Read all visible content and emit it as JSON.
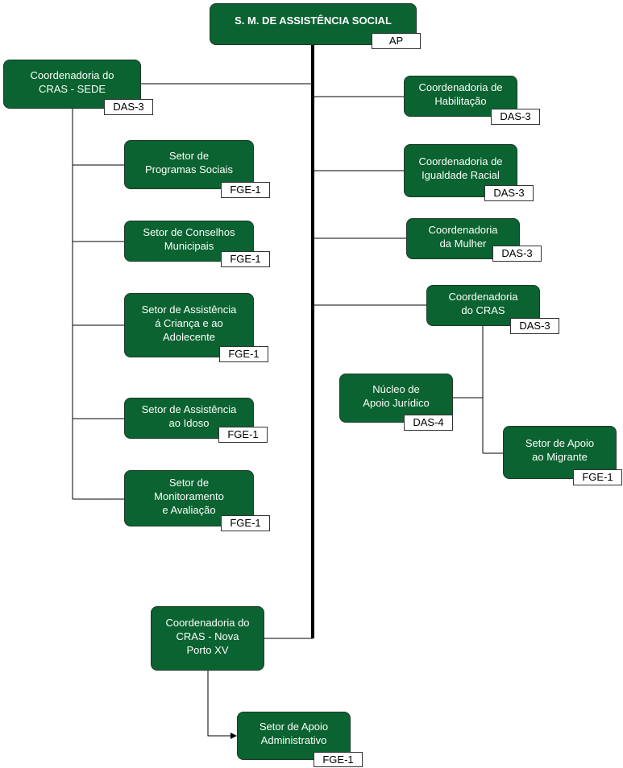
{
  "root": {
    "title": "S. M. DE ASSISTÊNCIA SOCIAL",
    "code": "AP"
  },
  "left": {
    "cras_sede": {
      "title": "Coordenadoria do\nCRAS - SEDE",
      "code": "DAS-3"
    },
    "programas": {
      "title": "Setor de\nProgramas Sociais",
      "code": "FGE-1"
    },
    "conselhos": {
      "title": "Setor de Conselhos\nMunicipais",
      "code": "FGE-1"
    },
    "crianca": {
      "title": "Setor de Assistência\ná Criança e ao\nAdolecente",
      "code": "FGE-1"
    },
    "idoso": {
      "title": "Setor de Assistência\nao Idoso",
      "code": "FGE-1"
    },
    "monitoramento": {
      "title": "Setor de\nMonitoramento\ne Avaliação",
      "code": "FGE-1"
    }
  },
  "right": {
    "habilitacao": {
      "title": "Coordenadoria de\nHabilitação",
      "code": "DAS-3"
    },
    "igualdade": {
      "title": "Coordenadoria de\nIgualdade Racial",
      "code": "DAS-3"
    },
    "mulher": {
      "title": "Coordenadoria\nda Mulher",
      "code": "DAS-3"
    },
    "cras": {
      "title": "Coordenadoria\ndo CRAS",
      "code": "DAS-3"
    },
    "juridico": {
      "title": "Núcleo de\nApoio Jurídico",
      "code": "DAS-4"
    },
    "migrante": {
      "title": "Setor de Apoio\nao Migrante",
      "code": "FGE-1"
    }
  },
  "bottom": {
    "nova_porto": {
      "title": "Coordenadoria do\nCRAS - Nova\nPorto XV",
      "code": ""
    },
    "administrativo": {
      "title": "Setor de Apoio\nAdministrativo",
      "code": "FGE-1"
    }
  },
  "colors": {
    "node_fill": "#0a6330",
    "node_text": "#ffffff",
    "line": "#000000"
  }
}
